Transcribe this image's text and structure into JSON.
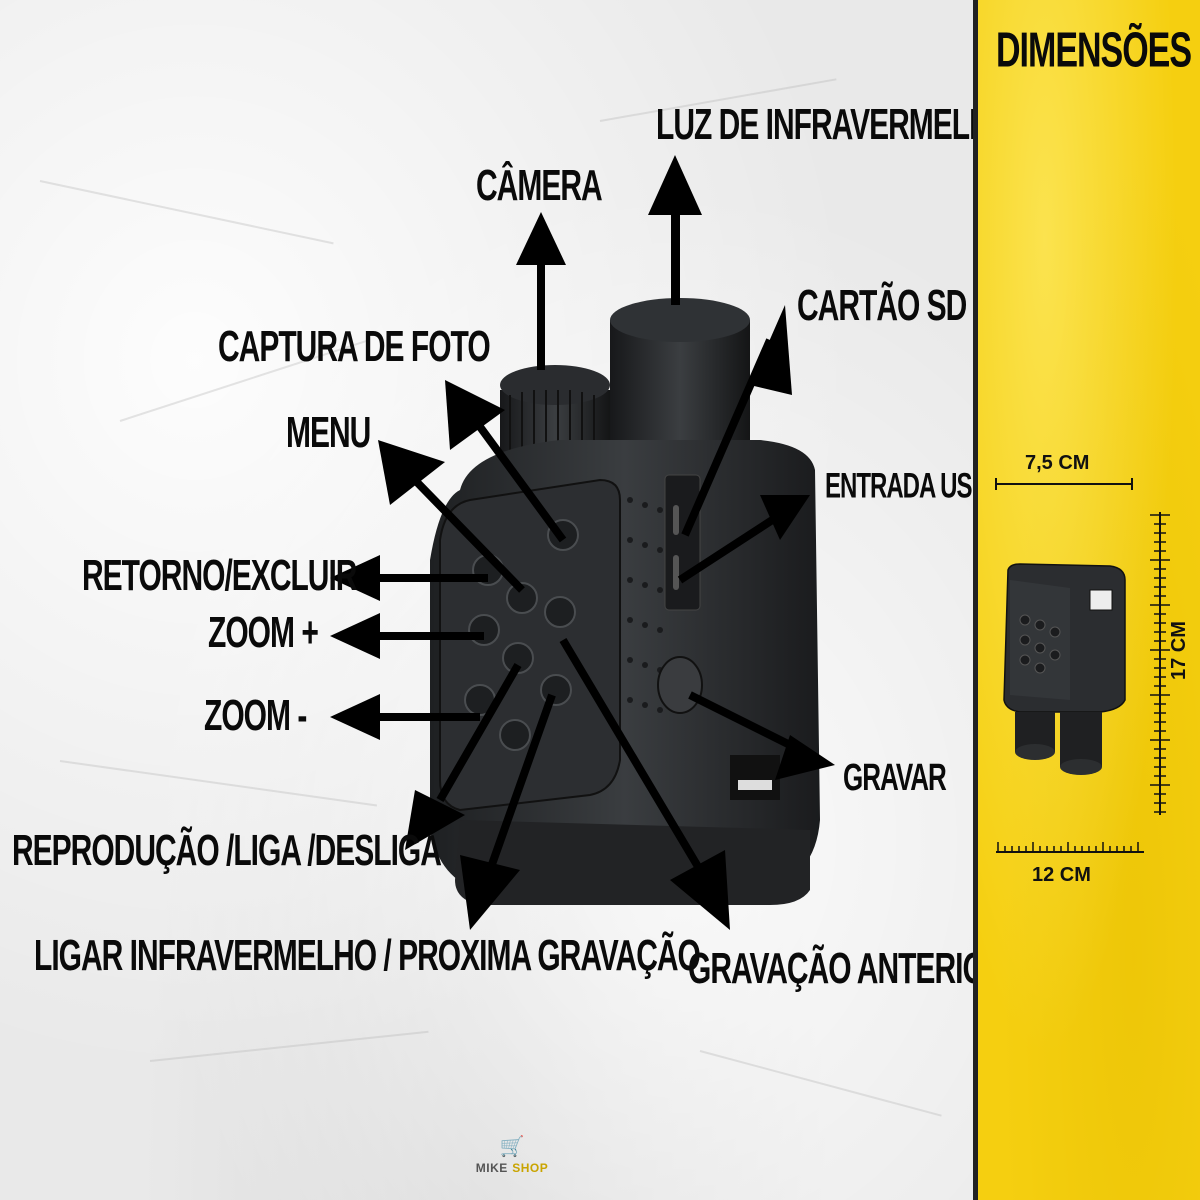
{
  "callouts": {
    "camera": "CÂMERA",
    "ir_light": "LUZ DE INFRAVERMELHO",
    "sd_card": "CARTÃO SD",
    "photo_capture": "CAPTURA DE FOTO",
    "menu": "MENU",
    "usb_input": "ENTRADA USB",
    "back_delete": "RETORNO/EXCLUIR",
    "zoom_in": "ZOOM +",
    "zoom_out": "ZOOM -",
    "record": "GRAVAR",
    "playback_power": "REPRODUÇÃO /LIGA /DESLIGA",
    "ir_next_recording": "LIGAR INFRAVERMELHO / PROXIMA GRAVAÇÃO",
    "previous_recording": "GRAVAÇÃO ANTERIOR"
  },
  "dimensions": {
    "title": "DIMENSÕES",
    "width": "7,5 CM",
    "height": "17 CM",
    "length": "12 CM"
  },
  "brand": {
    "icon": "shopping-cart-icon",
    "name_first": "MIKE",
    "name_second": "SHOP"
  },
  "colors": {
    "panel_yellow": "#f5cf10",
    "text": "#0a0a0a",
    "device_body": "#2b2d2f"
  }
}
